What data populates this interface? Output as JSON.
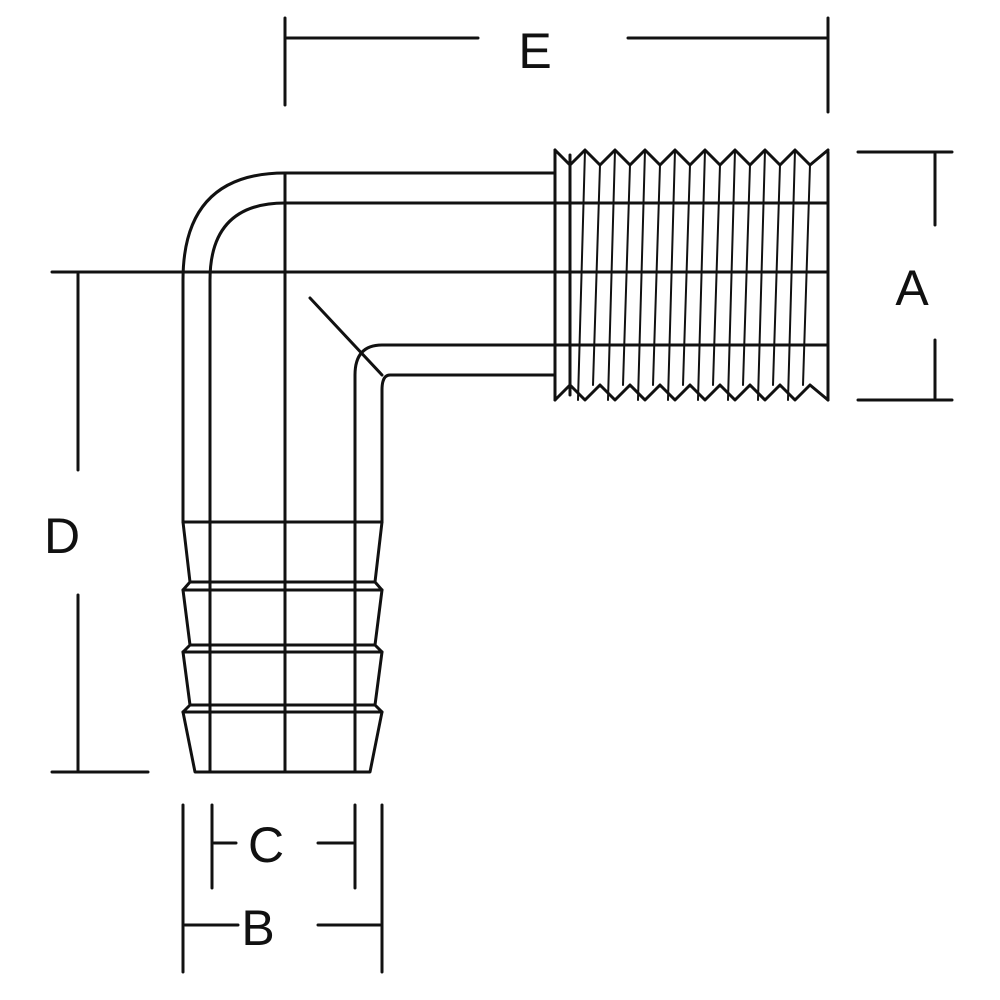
{
  "diagram": {
    "labels": {
      "a": "A",
      "b": "B",
      "c": "C",
      "d": "D",
      "e": "E"
    },
    "colors": {
      "line": "#111111",
      "background": "#ffffff"
    }
  }
}
